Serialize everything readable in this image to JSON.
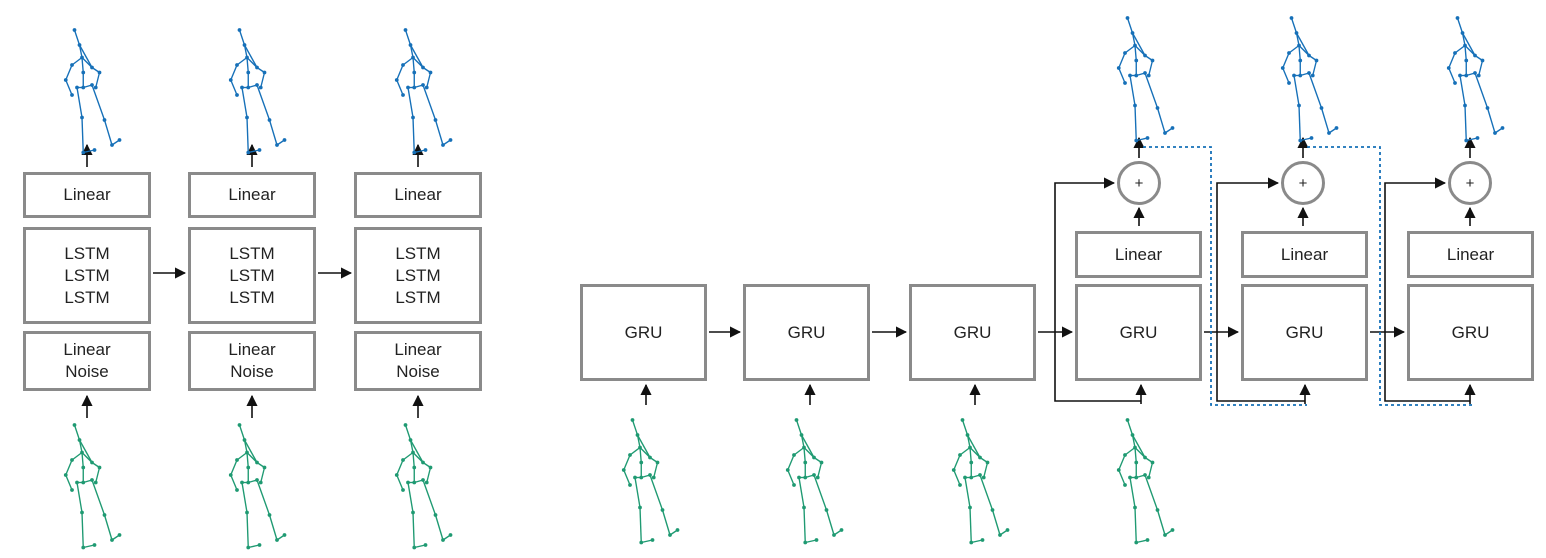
{
  "lstm_model": {
    "columns": [
      {
        "top_label": "Linear",
        "stack": [
          "LSTM",
          "LSTM",
          "LSTM"
        ],
        "bottom": [
          "Linear",
          "Noise"
        ]
      },
      {
        "top_label": "Linear",
        "stack": [
          "LSTM",
          "LSTM",
          "LSTM"
        ],
        "bottom": [
          "Linear",
          "Noise"
        ]
      },
      {
        "top_label": "Linear",
        "stack": [
          "LSTM",
          "LSTM",
          "LSTM"
        ],
        "bottom": [
          "Linear",
          "Noise"
        ]
      }
    ]
  },
  "gru_model": {
    "encoder": [
      "GRU",
      "GRU",
      "GRU"
    ],
    "decoder": [
      {
        "cell": "GRU",
        "linear": "Linear",
        "add": "+"
      },
      {
        "cell": "GRU",
        "linear": "Linear",
        "add": "+"
      },
      {
        "cell": "GRU",
        "linear": "Linear",
        "add": "+"
      }
    ]
  },
  "colors": {
    "input_pose": "#1f9a72",
    "output_pose": "#1670b8",
    "box_border": "#8a8a8a",
    "arrow": "#111111",
    "feedback": "#1670b8"
  },
  "icons": {
    "input": "skeleton-pose-icon",
    "output": "skeleton-pose-icon"
  }
}
